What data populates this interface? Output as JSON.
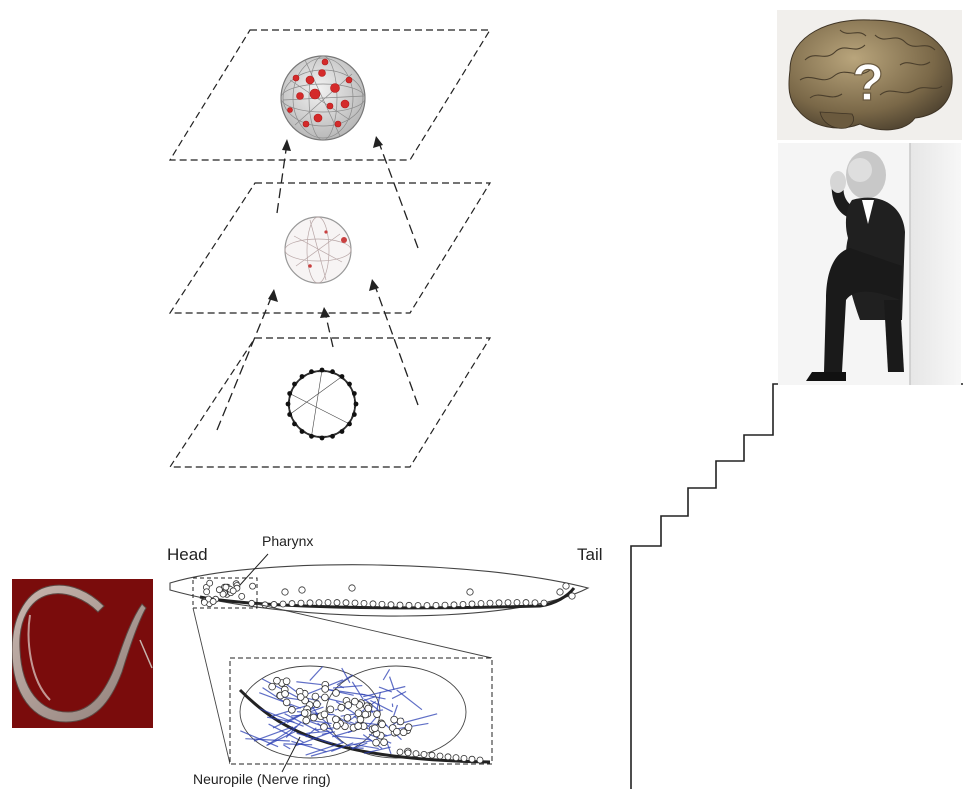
{
  "labels": {
    "head": "Head",
    "tail": "Tail",
    "pharynx": "Pharynx",
    "neuropile": "Neuropile (Nerve ring)",
    "question_mark": "?"
  },
  "colors": {
    "line": "#222222",
    "network_red": "#d42a2a",
    "nerve_ring_blue": "#2b3fb4",
    "worm_background": "#7a0c0c",
    "brain": "#8d7a5a"
  },
  "icons": {
    "brain": "brain-with-question-mark-icon",
    "thinker": "thinking-man-photo",
    "worm": "c-elegans-worm-photo"
  }
}
